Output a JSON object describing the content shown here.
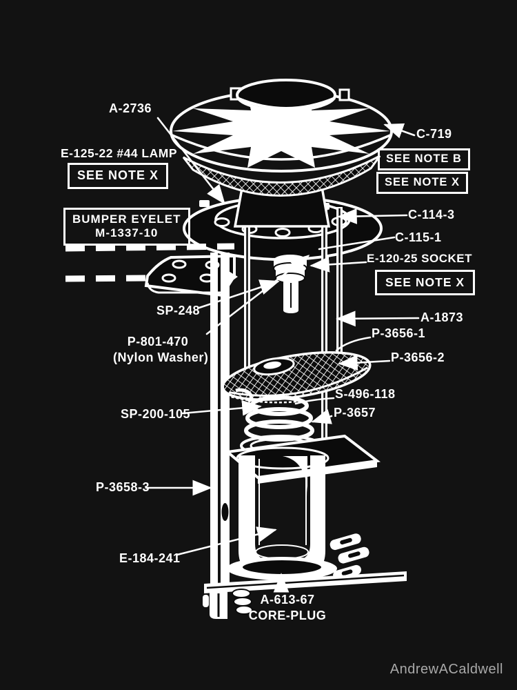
{
  "colors": {
    "background": "#121212",
    "ink": "#ffffff",
    "watermark": "#a9a9a9"
  },
  "labels": {
    "a_2736": "A-2736",
    "e_125_22_lamp": "E-125-22 #44 LAMP",
    "see_note_x": "SEE NOTE X",
    "see_note_b": "SEE NOTE B",
    "bumper_eyelet": "BUMPER EYELET",
    "bumper_eyelet_part": "M-1337-10",
    "c_719": "C-719",
    "c_114_3": "C-114-3",
    "c_115_1": "C-115-1",
    "e_120_25_socket": "E-120-25 SOCKET",
    "sp_248": "SP-248",
    "a_1873": "A-1873",
    "p_801_470": "P-801-470",
    "p_801_470_note": "(Nylon Washer)",
    "p_3656_1": "P-3656-1",
    "p_3656_2": "P-3656-2",
    "s_496_118": "S-496-118",
    "p_3657": "P-3657",
    "sp_200_105": "SP-200-105",
    "p_3658_3": "P-3658-3",
    "e_184_241": "E-184-241",
    "a_613_67": "A-613-67",
    "a_613_67_name": "CORE-PLUG"
  },
  "watermark": {
    "text": "AndrewACaldwell"
  }
}
